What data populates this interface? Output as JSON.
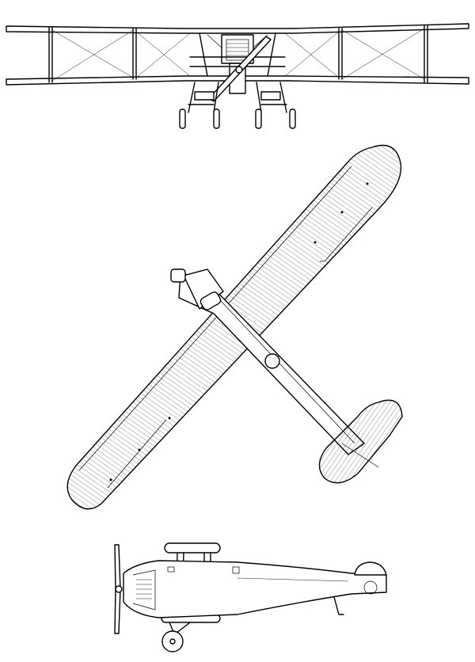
{
  "drawing": {
    "views": [
      {
        "id": "front",
        "name": "front-view"
      },
      {
        "id": "top",
        "name": "top-view"
      },
      {
        "id": "side",
        "name": "side-view"
      }
    ]
  }
}
